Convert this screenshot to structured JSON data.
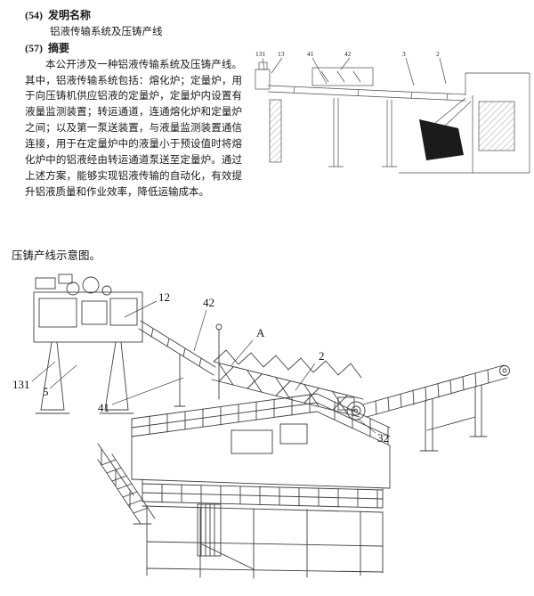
{
  "doc": {
    "field54": {
      "code": "(54)",
      "label": "发明名称"
    },
    "invention_title": "铝液传输系统及压铸产线",
    "field57": {
      "code": "(57)",
      "label": "摘要"
    },
    "abstract": "本公开涉及一种铝液传输系统及压铸产线。其中，铝液传输系统包括：熔化炉；定量炉，用于向压铸机供应铝液的定量炉，定量炉内设置有液量监测装置；转运通道，连通熔化炉和定量炉之间；以及第一泵送装置，与液量监测装置通信连接，用于在定量炉中的液量小于预设值时将熔化炉中的铝液经由转运通道泵送至定量炉。通过上述方案，能够实现铝液传输的自动化，有效提升铝液质量和作业效率，降低运输成本。",
    "caption": "压铸产线示意图。"
  },
  "figure_top": {
    "labels": [
      "131",
      "13",
      "41",
      "42",
      "3",
      "2"
    ]
  },
  "figure_main": {
    "labels": [
      "12",
      "42",
      "A",
      "2",
      "131",
      "5",
      "41",
      "32"
    ]
  },
  "colors": {
    "ink": "#3f3f3f",
    "text": "#1a1a1a",
    "dark_fill": "#1b1b1b",
    "page_bg": "#ffffff"
  }
}
